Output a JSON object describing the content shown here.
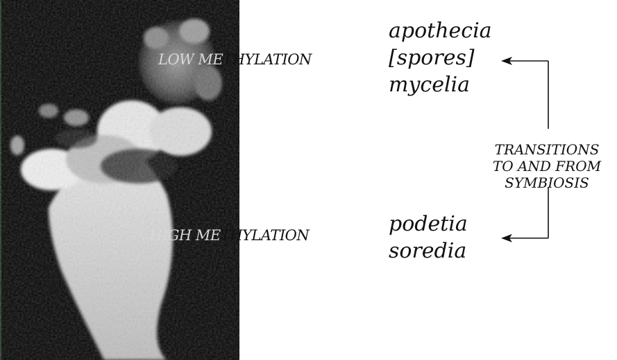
{
  "image": {
    "subject": "lichen-photograph"
  },
  "labels": {
    "low_methylation_a": "LOW ME",
    "low_methylation_b": "THYLATION",
    "high_methylation_a": "HIGH ME",
    "high_methylation_b": "THYLATION"
  },
  "terms": {
    "apothecia": "apothecia",
    "spores": "[spores]",
    "mycelia": "mycelia",
    "podetia": "podetia",
    "soredia": "soredia"
  },
  "transition": {
    "line1": "TRANSITIONS",
    "line2": "TO AND FROM",
    "line3": "SYMBIOSIS"
  },
  "colors": {
    "background": "#ffffff",
    "photo_background": "#000000",
    "text": "#111111"
  }
}
